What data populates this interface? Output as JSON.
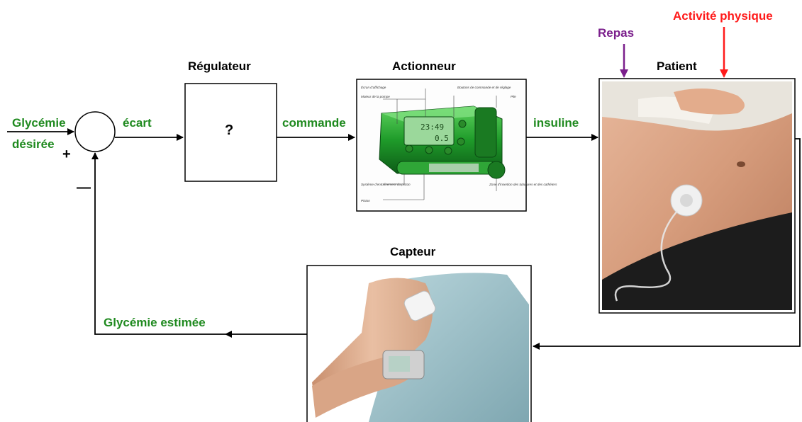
{
  "labels": {
    "glycemie": "Glycémie",
    "desiree": "désirée",
    "plus": "+",
    "minus": "—",
    "ecart": "écart",
    "regulateur_title": "Régulateur",
    "regulateur_content": "?",
    "commande": "commande",
    "actionneur_title": "Actionneur",
    "insuline": "insuline",
    "patient_title": "Patient",
    "repas": "Repas",
    "activite": "Activité physique",
    "capteur_title": "Capteur",
    "glycemie_estimee": "Glycémie estimée"
  },
  "pump_annotations": {
    "ecran": "Écran d'affichage",
    "moteur": "Moteur de la pompe",
    "boutons": "Boutons de commande et de réglage",
    "pile": "Pile",
    "systeme": "Système d'entraînement du piston",
    "piston": "Piston",
    "zone": "Zone d'insertion des tubulures et des cathéters",
    "display1": "23:49",
    "display2": "0.5"
  },
  "colors": {
    "green_label": "#1f8a1f",
    "purple": "#7b1f8c",
    "red": "#ff1a1a",
    "line": "#000000"
  }
}
